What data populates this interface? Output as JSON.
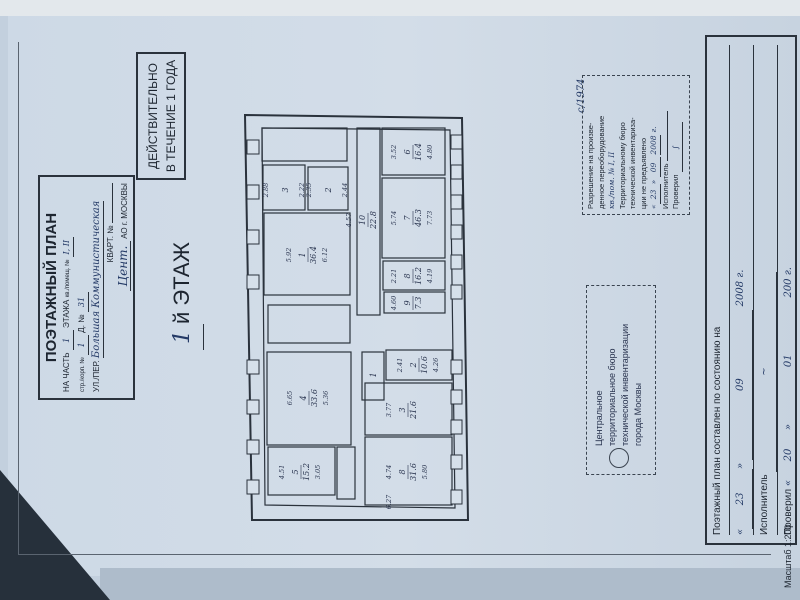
{
  "title_block": {
    "heading": "ПОЭТАЖНЫЙ ПЛАН",
    "part_label": "НА ЧАСТЬ",
    "part_value": "1",
    "floor_label": "ЭТАЖА",
    "apt_label": "кв./помещ. №",
    "apt_value": "I, II",
    "building_label": "стр./корп. №",
    "building_value": "1",
    "house_label": "Д. №",
    "house_value": "31",
    "street_label": "УЛ./ПЕР.",
    "street_value": "Большая Коммунистическая",
    "quarter_label": "КВАРТ. №",
    "district_value": "Цент.",
    "district_label": "АО г. МОСКВЫ"
  },
  "validity_stamp": {
    "line1": "ДЕЙСТВИТЕЛЬНО",
    "line2": "В ТЕЧЕНИЕ 1 ГОДА"
  },
  "floor_label": {
    "number": "1",
    "text": "й ЭТАЖ"
  },
  "plan": {
    "rooms": [
      {
        "no": "1",
        "area": "36.4",
        "dims": [
          "5.92",
          "6.12"
        ]
      },
      {
        "no": "2",
        "area": "",
        "dims": [
          "2.35",
          "2.44"
        ]
      },
      {
        "no": "3",
        "area": "",
        "dims": [
          "2.88",
          "2.22"
        ]
      },
      {
        "no": "6",
        "area": "16.4",
        "dims": [
          "3.52",
          "4.80"
        ]
      },
      {
        "no": "7",
        "area": "46.3",
        "dims": [
          "5.74",
          "7.73"
        ]
      },
      {
        "no": "8",
        "area": "16.2",
        "dims": [
          "2.21",
          "4.19"
        ]
      },
      {
        "no": "9",
        "area": "7.3",
        "dims": [
          "4.60"
        ]
      },
      {
        "no": "10",
        "area": "22.8",
        "dims": [
          "4.57"
        ]
      },
      {
        "no": "4",
        "area": "33.6",
        "dims": [
          "6.65",
          "5.36"
        ]
      },
      {
        "no": "5",
        "area": "15.2",
        "dims": [
          "4.51",
          "3.05"
        ]
      },
      {
        "no": "1",
        "area": "",
        "dims": []
      },
      {
        "no": "2",
        "area": "10.6",
        "dims": [
          "2.41",
          "4.26"
        ]
      },
      {
        "no": "3",
        "area": "21.6",
        "dims": [
          "3.77"
        ]
      },
      {
        "no": "8",
        "area": "31.6",
        "dims": [
          "4.74",
          "5.80",
          "6.27"
        ]
      }
    ]
  },
  "bti_stamp": {
    "line1": "Центральное",
    "line2": "территориальное бюро",
    "line3": "технической инвентаризации",
    "line4": "города Москвы"
  },
  "reg_note": "с/1974",
  "permission_box": {
    "line1": "Разрешение на произве-",
    "line2": "денное переоборудование",
    "line3": "кв./пом. № I, II",
    "line4": "Территориальному бюро",
    "line5": "технической инвентариза-",
    "line6": "ции не предъявлено",
    "date_day": "23",
    "date_month": "09",
    "date_year": "2008",
    "executor_label": "Исполнитель",
    "checked_label": "Проверил"
  },
  "status_table": {
    "heading": "Поэтажный план составлен по состоянию на",
    "date_day": "23",
    "date_month": "09",
    "date_year": "2008",
    "year_suffix": "г.",
    "executor_label": "Исполнитель",
    "checked_label": "Проверил",
    "checked_day": "20",
    "checked_month": "01",
    "checked_year": "200",
    "checked_suffix": "г."
  },
  "scale": "Масштаб 1:200"
}
